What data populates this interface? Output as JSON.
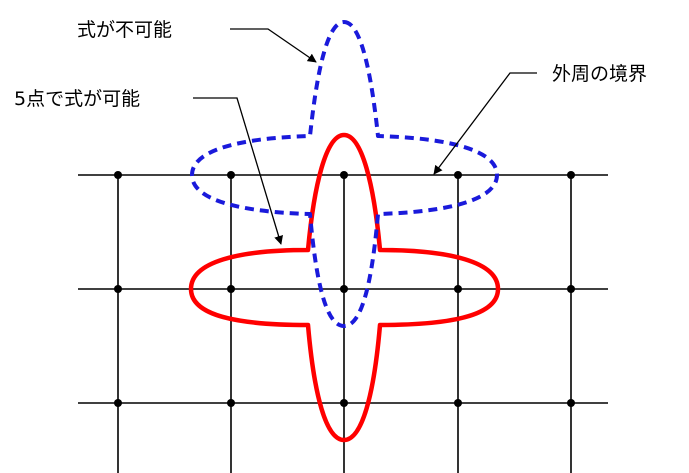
{
  "labels": {
    "impossible": "式が不可能",
    "possible_5pt": "5点で式が可能",
    "boundary": "外周の境界"
  },
  "colors": {
    "possible_shape": "#ff0000",
    "impossible_shape": "#1a1adb",
    "grid": "#000000"
  }
}
